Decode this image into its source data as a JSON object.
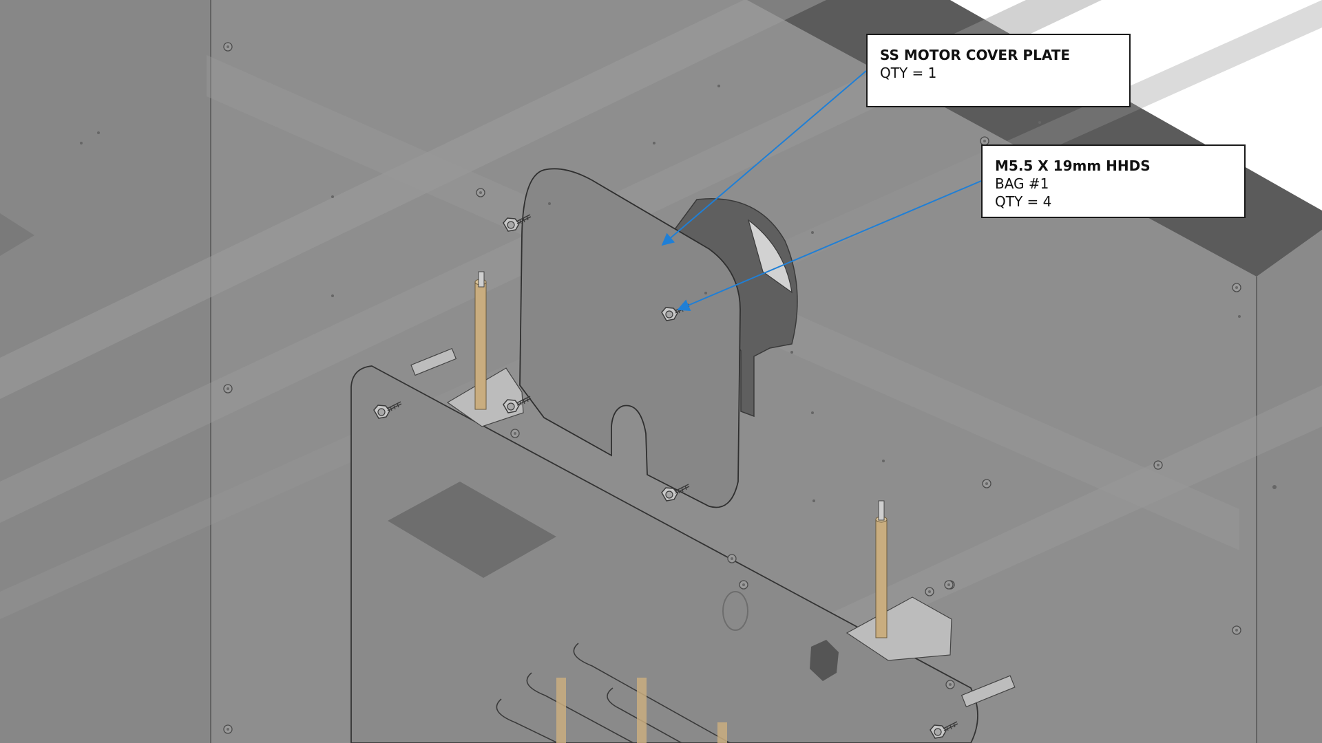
{
  "callouts": {
    "motor_cover_plate": {
      "title": "SS MOTOR COVER PLATE",
      "qty": "QTY = 1"
    },
    "screw": {
      "title": "M5.5 X 19mm HHDS",
      "bag": "BAG #1",
      "qty": "QTY = 4"
    }
  },
  "colors": {
    "background": "#8f8f8f",
    "panel": "#858585",
    "dark_edge": "#5e5e5e",
    "leader_line": "#1f7fd6",
    "standoff": "#c9ad7f"
  }
}
